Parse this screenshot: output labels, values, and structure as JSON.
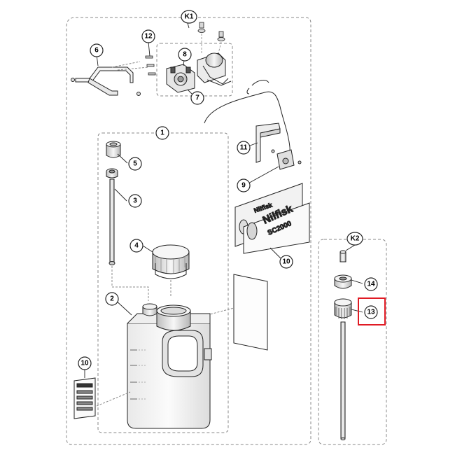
{
  "kits": [
    {
      "id": "k1",
      "label": "K1"
    },
    {
      "id": "k2",
      "label": "K2"
    }
  ],
  "callouts": {
    "c1": "1",
    "c2": "2",
    "c3": "3",
    "c4": "4",
    "c5": "5",
    "c6": "6",
    "c7": "7",
    "c8": "8",
    "c9": "9",
    "c10a": "10",
    "c10b": "10",
    "c11": "11",
    "c12": "12",
    "c13": "13",
    "c14": "14"
  },
  "decal": {
    "brand_top": "Nilfisk",
    "brand_main": "Nilfisk",
    "model": "SC2000"
  },
  "highlight": {
    "target": "13",
    "color": "#e01b24"
  },
  "colors": {
    "line": "#222222",
    "dash": "#777777",
    "part_fill": "#f2f2f2",
    "part_shade": "#cfcfcf"
  }
}
